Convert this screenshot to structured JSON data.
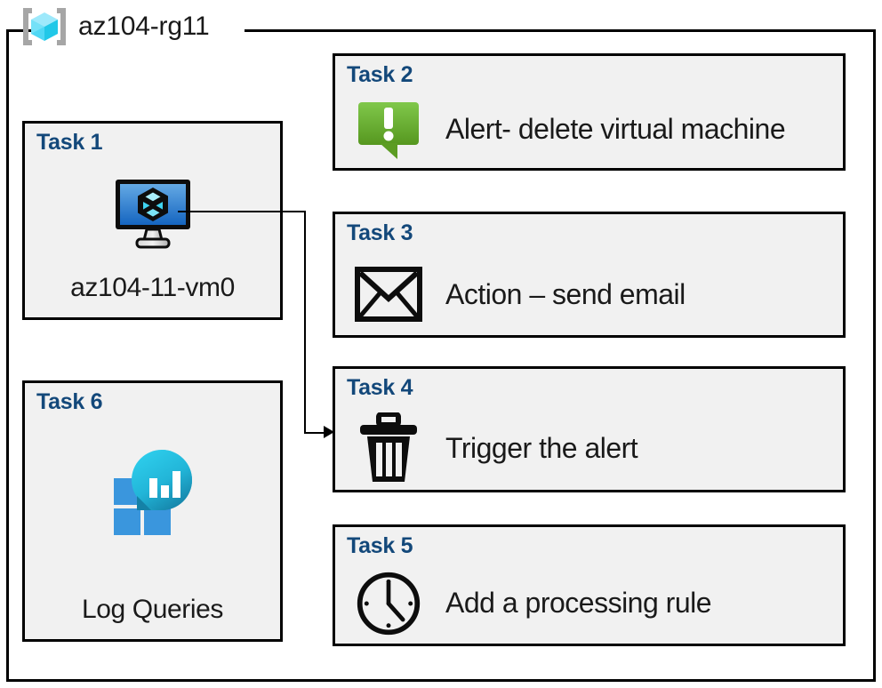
{
  "resource_group": {
    "name": "az104-rg11",
    "icon": "resource-group-cube-icon",
    "border_color": "#000000"
  },
  "colors": {
    "task_label": "#13487a",
    "card_fill": "#f1f1f1",
    "card_border": "#000000",
    "alert_green_light": "#7cc242",
    "alert_green_dark": "#5c9c23",
    "vm_blue_light": "#5ba3e0",
    "vm_blue_dark": "#1565c0",
    "log_tile_blue": "#3a96dd",
    "log_circle_light": "#25c0e6",
    "log_circle_dark": "#1584a8",
    "rg_cube_light": "#9ee9fb",
    "rg_cube_mid": "#4fd8f5",
    "rg_cube_dark": "#21c8e8",
    "rg_bracket": "#a6a6a6",
    "text": "#1a1a1a"
  },
  "left_column": [
    {
      "label": "Task 1",
      "caption": "az104-11-vm0",
      "icon": "virtual-machine-icon"
    },
    {
      "label": "Task 6",
      "caption": "Log Queries",
      "icon": "log-analytics-icon"
    }
  ],
  "right_column": [
    {
      "label": "Task 2",
      "caption": "Alert- delete virtual machine",
      "icon": "alert-exclamation-bubble-icon"
    },
    {
      "label": "Task 3",
      "caption": "Action – send email",
      "icon": "envelope-icon"
    },
    {
      "label": "Task 4",
      "caption": "Trigger the alert",
      "icon": "trash-can-icon"
    },
    {
      "label": "Task 5",
      "caption": "Add a processing rule",
      "icon": "clock-icon"
    }
  ],
  "connector": {
    "from": "Task 1 virtual machine",
    "to": "Task 4 trigger the alert",
    "style": "elbow-arrow"
  }
}
